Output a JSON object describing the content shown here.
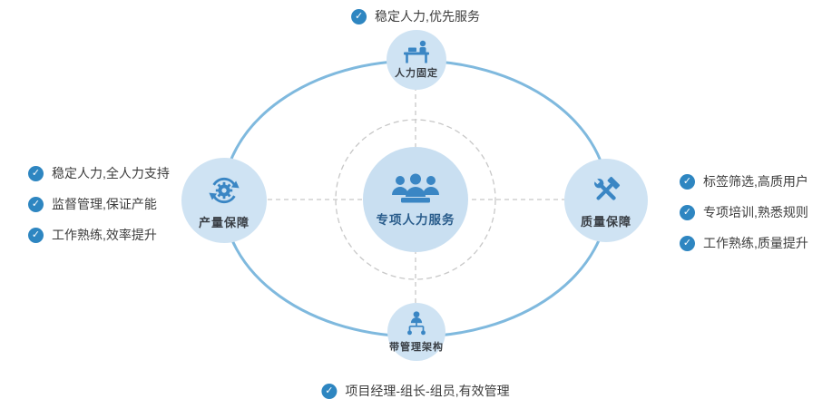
{
  "diagram": {
    "center": {
      "label": "专项人力服务",
      "icon": "people-group-icon"
    },
    "nodes": {
      "top": {
        "label": "人力固定",
        "icon": "person-desk-icon"
      },
      "left": {
        "label": "产量保障",
        "icon": "gear-sync-icon"
      },
      "right": {
        "label": "质量保障",
        "icon": "wrench-hammer-icon"
      },
      "bottom": {
        "label": "带管理架构",
        "icon": "org-structure-icon"
      }
    },
    "callouts": {
      "top": [
        "稳定人力,优先服务"
      ],
      "left": [
        "稳定人力,全人力支持",
        "监督管理,保证产能",
        "工作熟练,效率提升"
      ],
      "right": [
        "标签筛选,高质用户",
        "专项培训,熟悉规则",
        "工作熟练,质量提升"
      ],
      "bottom": [
        "项目经理-组长-组员,有效管理"
      ]
    }
  },
  "icons": {
    "check_glyph": "✓"
  },
  "colors": {
    "accent": "#3a86c4",
    "ellipse_stroke": "#7fb9de",
    "node_fill": "#cfe3f3",
    "center_fill": "#c9dff1",
    "check_bg": "#2e86c1",
    "dash_gray": "#c8c8c8",
    "body_text": "#3d3d3d",
    "center_text": "#2a5d8c"
  }
}
